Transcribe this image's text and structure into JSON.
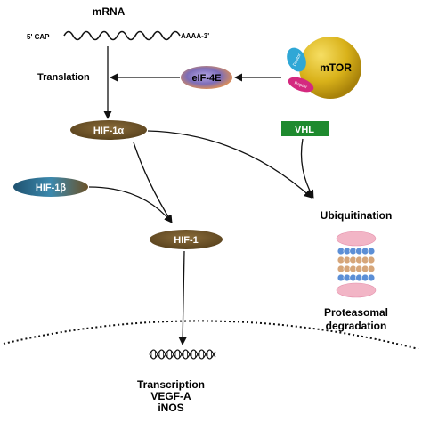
{
  "mrna": {
    "title": "mRNA",
    "cap": "5' CAP",
    "tail": "AAAA-3'"
  },
  "labels": {
    "translation": "Translation",
    "ubiquitination": "Ubiquitination",
    "proteasomal_line1": "Proteasomal",
    "proteasomal_line2": "degradation"
  },
  "nodes": {
    "eif4e": "eIF-4E",
    "mtor": "mTOR",
    "mtor_sub1": "Deptor",
    "mtor_sub2": "Raptor",
    "hif1a": "HIF-1α",
    "vhl": "VHL",
    "hif1b": "HIF-1β",
    "hif1": "HIF-1"
  },
  "outputs": {
    "line1": "Transcription",
    "line2": "VEGF-A",
    "line3": "iNOS"
  },
  "colors": {
    "arrow": "#111111",
    "hif_brown": "#6b5228",
    "vhl_green": "#1e8a2e",
    "hif1b_blue": "#2e6f8e",
    "mtor_gold": "#d9b21a",
    "deptor_blue": "#2fa7d6",
    "raptor_magenta": "#d4297f",
    "eif4e_purple": "#7d6db8",
    "eif4e_orange": "#e8924a",
    "proteasome_pink": "#f2b5c6",
    "proteasome_blue": "#5c8fd6",
    "proteasome_tan": "#d6a67a"
  }
}
